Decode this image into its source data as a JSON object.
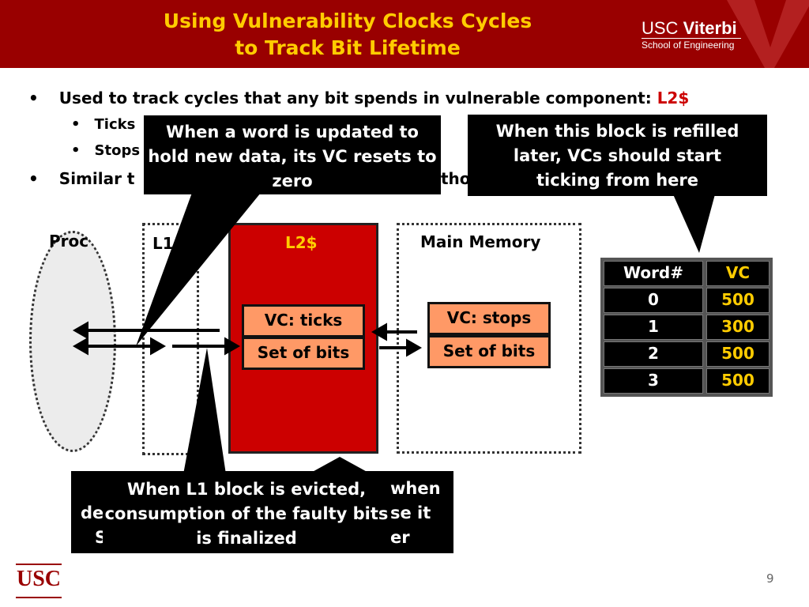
{
  "slide": {
    "title_line1": "Using Vulnerability Clocks Cycles",
    "title_line2": "to Track Bit Lifetime",
    "page_number": "9"
  },
  "logos": {
    "usc_viterbi_a": "USC ",
    "usc_viterbi_b": "Viterbi",
    "school": "School of Engineering",
    "usc": "USC"
  },
  "bullets": {
    "b1_text": "Used to track cycles that any bit spends in vulnerable component: ",
    "b1_highlight": "L2$",
    "s1_text": "Ticks",
    "s2_text": "Stops",
    "b2_prefix": "Similar t",
    "b2_suffix": "tho"
  },
  "diagram": {
    "proc_label": "Proc",
    "l1_label": "L1",
    "l2_label": "L2$",
    "mem_label": "Main Memory",
    "l2_vc": "VC: ticks",
    "l2_bits": "Set of bits",
    "mem_vc": "VC: stops",
    "mem_bits": "Set of bits"
  },
  "table": {
    "header_word": "Word#",
    "header_vc": "VC",
    "rows": [
      {
        "word": "0",
        "vc": "500"
      },
      {
        "word": "1",
        "vc": "300"
      },
      {
        "word": "2",
        "vc": "500"
      },
      {
        "word": "3",
        "vc": "500"
      }
    ]
  },
  "callouts": {
    "word_update": "When a word is updated to hold new data, its VC resets to zero",
    "refill": "When this block is refilled later, VCs should start ticking from here",
    "back_l1": "when",
    "back_l2": "de",
    "back_l2b": "se it",
    "back_l3": "S",
    "back_l3b": "er",
    "evict": "When L1 block is evicted, consumption of the faulty bits is finalized"
  },
  "colors": {
    "header_bg": "#990000",
    "title": "#ffcc00",
    "l2_fill": "#cc0000",
    "vc_box": "#ff9966",
    "vc_value": "#ffcc00"
  }
}
